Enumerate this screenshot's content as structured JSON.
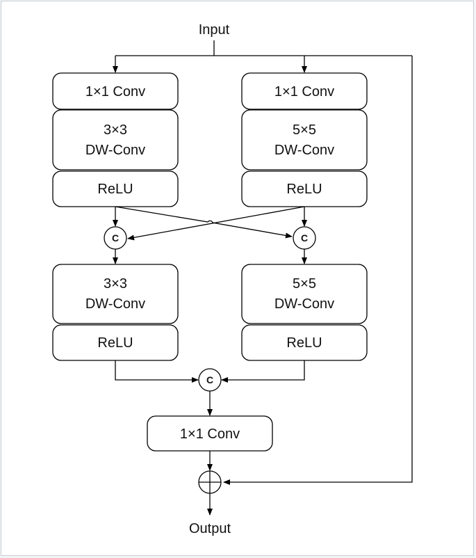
{
  "diagram": {
    "input_label": "Input",
    "output_label": "Output",
    "left_branch": {
      "conv1": "1×1 Conv",
      "dw1_line1": "3×3",
      "dw1_line2": "DW-Conv",
      "relu1": "ReLU",
      "concat": "C",
      "dw2_line1": "3×3",
      "dw2_line2": "DW-Conv",
      "relu2": "ReLU"
    },
    "right_branch": {
      "conv1": "1×1 Conv",
      "dw1_line1": "5×5",
      "dw1_line2": "DW-Conv",
      "relu1": "ReLU",
      "concat": "C",
      "dw2_line1": "5×5",
      "dw2_line2": "DW-Conv",
      "relu2": "ReLU"
    },
    "merge_concat": "C",
    "final_conv": "1×1 Conv"
  }
}
